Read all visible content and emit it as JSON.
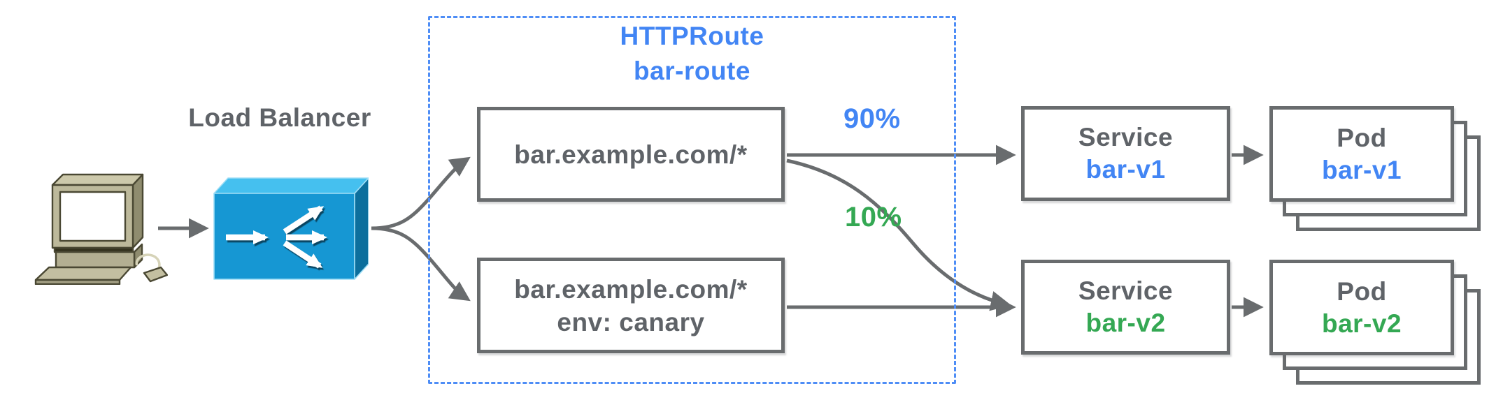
{
  "client": {
    "icon": "desktop-computer"
  },
  "load_balancer": {
    "label": "Load Balancer",
    "icon": "load-balancer"
  },
  "httproute": {
    "kind": "HTTPRoute",
    "name": "bar-route",
    "rules": [
      {
        "match": "bar.example.com/*",
        "header_match": "",
        "weight": "90%"
      },
      {
        "match": "bar.example.com/*",
        "header_match": "env: canary",
        "weight": "10%"
      }
    ]
  },
  "services": [
    {
      "kind": "Service",
      "name": "bar-v1"
    },
    {
      "kind": "Service",
      "name": "bar-v2"
    }
  ],
  "pods": [
    {
      "kind": "Pod",
      "name": "bar-v1"
    },
    {
      "kind": "Pod",
      "name": "bar-v2"
    }
  ],
  "colors": {
    "accent_blue": "#4285f4",
    "accent_green": "#34a853",
    "text_gray": "#5f6368",
    "line_gray": "#696c6e",
    "dashed_blue": "#4e8df6",
    "lb_front": "#1697d3",
    "lb_top": "#45c0ef",
    "lb_side": "#0c6f9d",
    "computer_body": "#bdb99b"
  }
}
